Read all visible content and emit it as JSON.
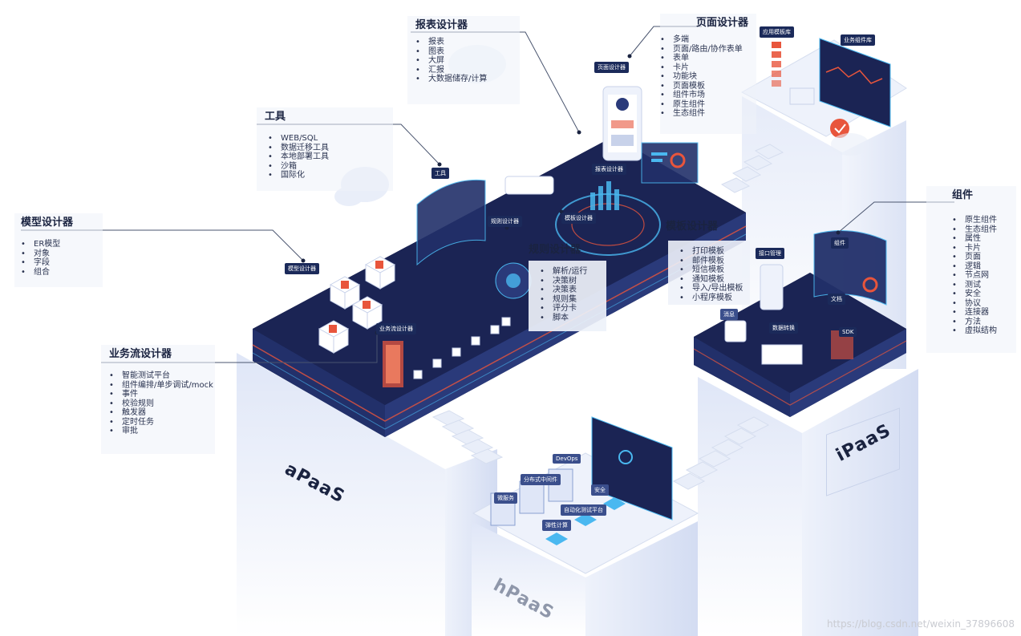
{
  "sections": {
    "report_designer": {
      "title": "报表设计器",
      "items": [
        "报表",
        "图表",
        "大屏",
        "汇报",
        "大数据储存/计算"
      ]
    },
    "page_designer": {
      "title": "页面设计器",
      "items": [
        "多端",
        "页面/路由/协作表单",
        "表单",
        "卡片",
        "功能块",
        "页面模板",
        "组件市场",
        "原生组件",
        "生态组件"
      ]
    },
    "tools": {
      "title": "工具",
      "items": [
        "WEB/SQL",
        "数据迁移工具",
        "本地部署工具",
        "沙箱",
        "国际化"
      ]
    },
    "model_designer": {
      "title": "模型设计器",
      "items": [
        "ER模型",
        "对象",
        "字段",
        "组合"
      ]
    },
    "template_designer": {
      "title": "模板设计器",
      "items": [
        "打印模板",
        "邮件模板",
        "短信模板",
        "通知模板",
        "导入/导出模板",
        "小程序模板"
      ]
    },
    "rule_designer": {
      "title": "规则设计器",
      "items": [
        "解析/运行",
        "决策树",
        "决策表",
        "规则集",
        "评分卡",
        "脚本"
      ]
    },
    "workflow_designer": {
      "title": "业务流设计器",
      "items": [
        "智能测试平台",
        "组件编排/单步调试/mock",
        "事件",
        "校验规则",
        "触发器",
        "定时任务",
        "审批"
      ]
    },
    "components": {
      "title": "组件",
      "items": [
        "原生组件",
        "生态组件",
        "属性",
        "卡片",
        "页面",
        "逻辑",
        "节点网",
        "测试",
        "安全",
        "协议",
        "连接器",
        "方法",
        "虚拟结构"
      ]
    }
  },
  "tags": {
    "page_designer": "页面设计器",
    "app_template_lib": "应用模板库",
    "biz_component_lib": "业务组件库",
    "report_designer": "报表设计器",
    "tools": "工具",
    "rule_designer": "规则设计器",
    "template_designer": "模板设计器",
    "model_designer": "模型设计器",
    "workflow_designer": "业务流设计器",
    "components": "组件",
    "api_mgmt": "接口管理",
    "message": "消息",
    "data_convert": "数据转换",
    "docs": "文档",
    "sdk": "SDK",
    "devops": "DevOps",
    "distributed_middleware": "分布式中间件",
    "microservice": "微服务",
    "security": "安全",
    "auto_test_platform": "自动化测试平台",
    "elastic_compute": "弹性计算"
  },
  "platforms": {
    "apaas": "aPaaS",
    "ipaas": "iPaaS",
    "hpaas": "hPaaS"
  },
  "watermark": "https://blog.csdn.net/weixin_37896608",
  "colors": {
    "platform_dark": "#1b2454",
    "accent_red": "#e8553c",
    "accent_blue": "#4ab8f0",
    "tower": "#dfe6f7"
  }
}
